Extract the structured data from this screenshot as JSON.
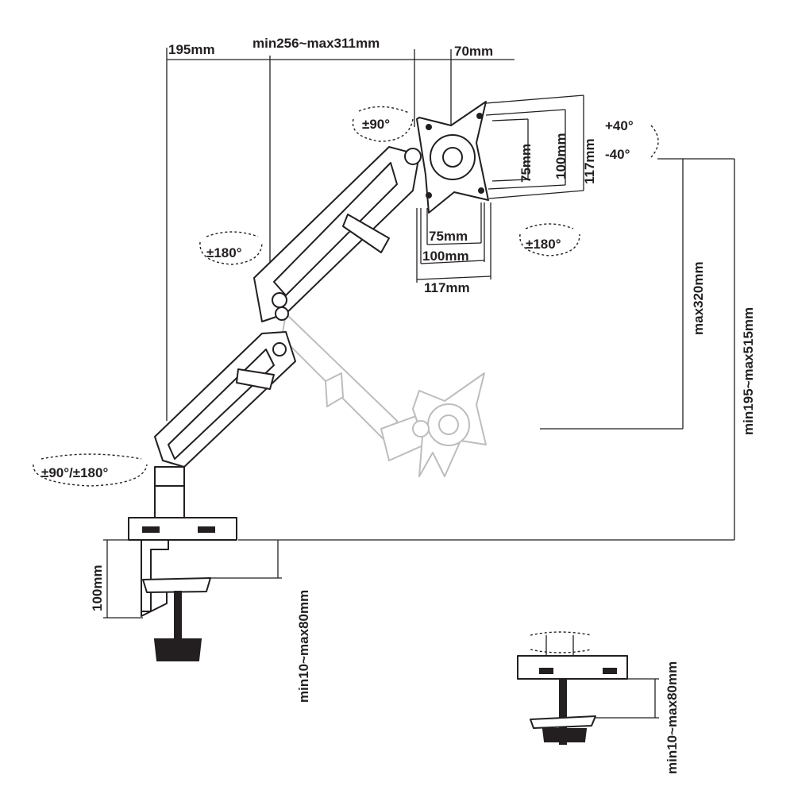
{
  "labels": {
    "top_left_offset": "195mm",
    "arm_reach": "min256~max311mm",
    "plate_offset": "70mm",
    "rot_plate": "±90°",
    "tilt_up": "+40°",
    "tilt_down": "-40°",
    "vesa_v_75": "75mm",
    "vesa_v_100": "100mm",
    "vesa_v_117": "117mm",
    "vesa_h_75": "75mm",
    "vesa_h_100": "100mm",
    "vesa_h_117": "117mm",
    "rot_arm_upper": "±180°",
    "rot_plate_swivel": "±180°",
    "rot_base": "±90°/±180°",
    "height_max": "max320mm",
    "height_range": "min195~max515mm",
    "clamp_height": "100mm",
    "desk_thickness": "min10~max80mm",
    "grommet_desk_thickness": "min10~max80mm"
  }
}
